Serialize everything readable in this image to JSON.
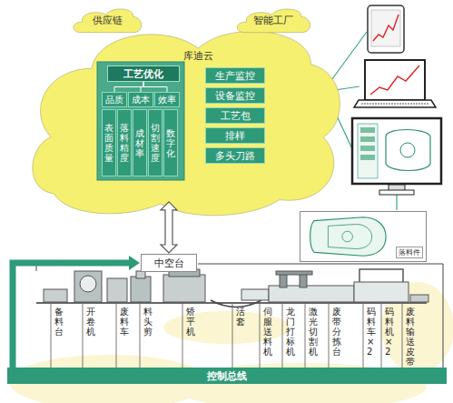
{
  "diagram": {
    "nodes": [
      {
        "text": [
          "供应链"
        ]
      },
      {
        "text": [
          "智能工厂"
        ]
      },
      {
        "text": [
          "库迪云"
        ]
      },
      {
        "text": [
          "工艺优化"
        ],
        "in": 2
      },
      {
        "text": [
          "品质"
        ],
        "in": 2
      },
      {
        "text": [
          "成本"
        ],
        "in": 2
      },
      {
        "text": [
          "效率"
        ],
        "in": 2
      },
      {
        "text": [
          "表面质量"
        ],
        "in": 2
      },
      {
        "text": [
          "落料精度"
        ],
        "in": 2
      },
      {
        "text": [
          "成材率"
        ],
        "in": 2
      },
      {
        "text": [
          "切割速度"
        ],
        "in": 2
      },
      {
        "text": [
          "数字化"
        ],
        "in": 2
      },
      {
        "text": [
          "生产监控"
        ],
        "in": 2
      },
      {
        "text": [
          "设备监控"
        ],
        "in": 2
      },
      {
        "text": [
          "工艺包"
        ],
        "in": 2
      },
      {
        "text": [
          "排样"
        ],
        "in": 2
      },
      {
        "text": [
          "多头刀路"
        ],
        "in": 2
      },
      {
        "text": [
          "落料件"
        ]
      },
      {
        "text": [
          "中空台"
        ]
      },
      {
        "text": [
          "控制总线"
        ]
      }
    ],
    "edges": [
      {
        "from": 2,
        "to": 18,
        "arrow": "both"
      },
      {
        "from": 19,
        "to": 18,
        "arrow": "to"
      },
      {
        "from": 3,
        "to": 4,
        "arrow": "none"
      },
      {
        "from": 3,
        "to": 5,
        "arrow": "none"
      },
      {
        "from": 3,
        "to": 6,
        "arrow": "none"
      }
    ],
    "labels": [
      "备料台",
      "开卷机",
      "废料车",
      "料头剪",
      "矫平机",
      "活套",
      "伺服送料机",
      "龙门打标机",
      "激光切割机",
      "废带分拣台",
      "码料车×2",
      "码料机×2",
      "废料输送皮带"
    ]
  }
}
